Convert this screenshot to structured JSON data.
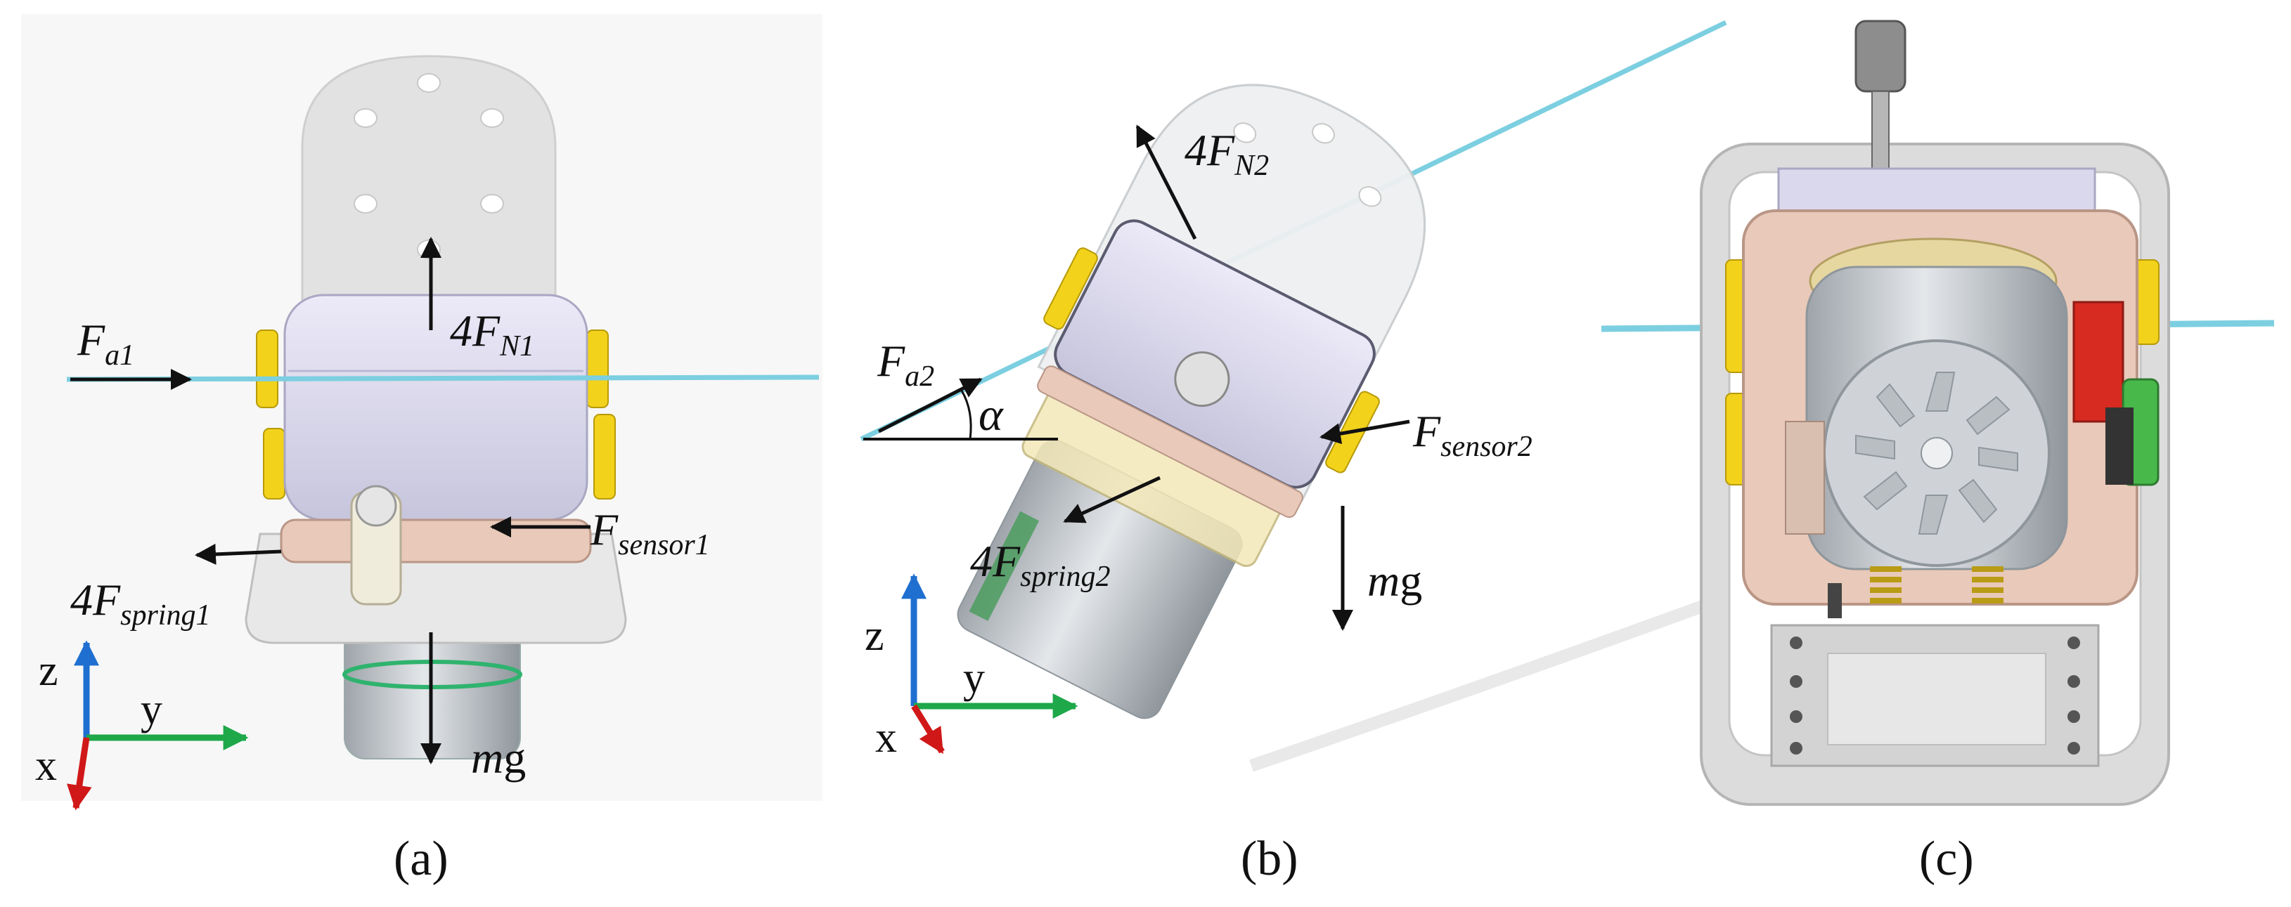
{
  "panels": [
    {
      "caption": "(a)",
      "labels": {
        "fa_main": "F",
        "fa_sub": "a1",
        "fn_pre": "4F",
        "fn_sub": "N1",
        "fsensor_main": "F",
        "fsensor_sub": "sensor1",
        "fspring_pre": "4F",
        "fspring_sub": "spring1",
        "weight_m": "m",
        "weight_g": "g"
      },
      "axes": {
        "z": "z",
        "y": "y",
        "x": "x"
      }
    },
    {
      "caption": "(b)",
      "labels": {
        "fn_pre": "4F",
        "fn_sub": "N2",
        "fa_main": "F",
        "fa_sub": "a2",
        "angle": "α",
        "fsensor_main": "F",
        "fsensor_sub": "sensor2",
        "fspring_pre": "4F",
        "fspring_sub": "spring2",
        "weight_m": "m",
        "weight_g": "g"
      },
      "axes": {
        "z": "z",
        "y": "y",
        "x": "x"
      }
    },
    {
      "caption": "(c)"
    }
  ],
  "colors": {
    "cable": "#7ccfe0",
    "axis_z": "#1f6fd1",
    "axis_y": "#1ea84a",
    "axis_x": "#d01818",
    "housing": "#d9d8ec",
    "bracket": "#e6e6e6",
    "plate": "#e9c9b9",
    "clip": "#f2d21b",
    "motor": "#c9ced3",
    "red_block": "#d72a20",
    "green_block": "#48b84a"
  }
}
